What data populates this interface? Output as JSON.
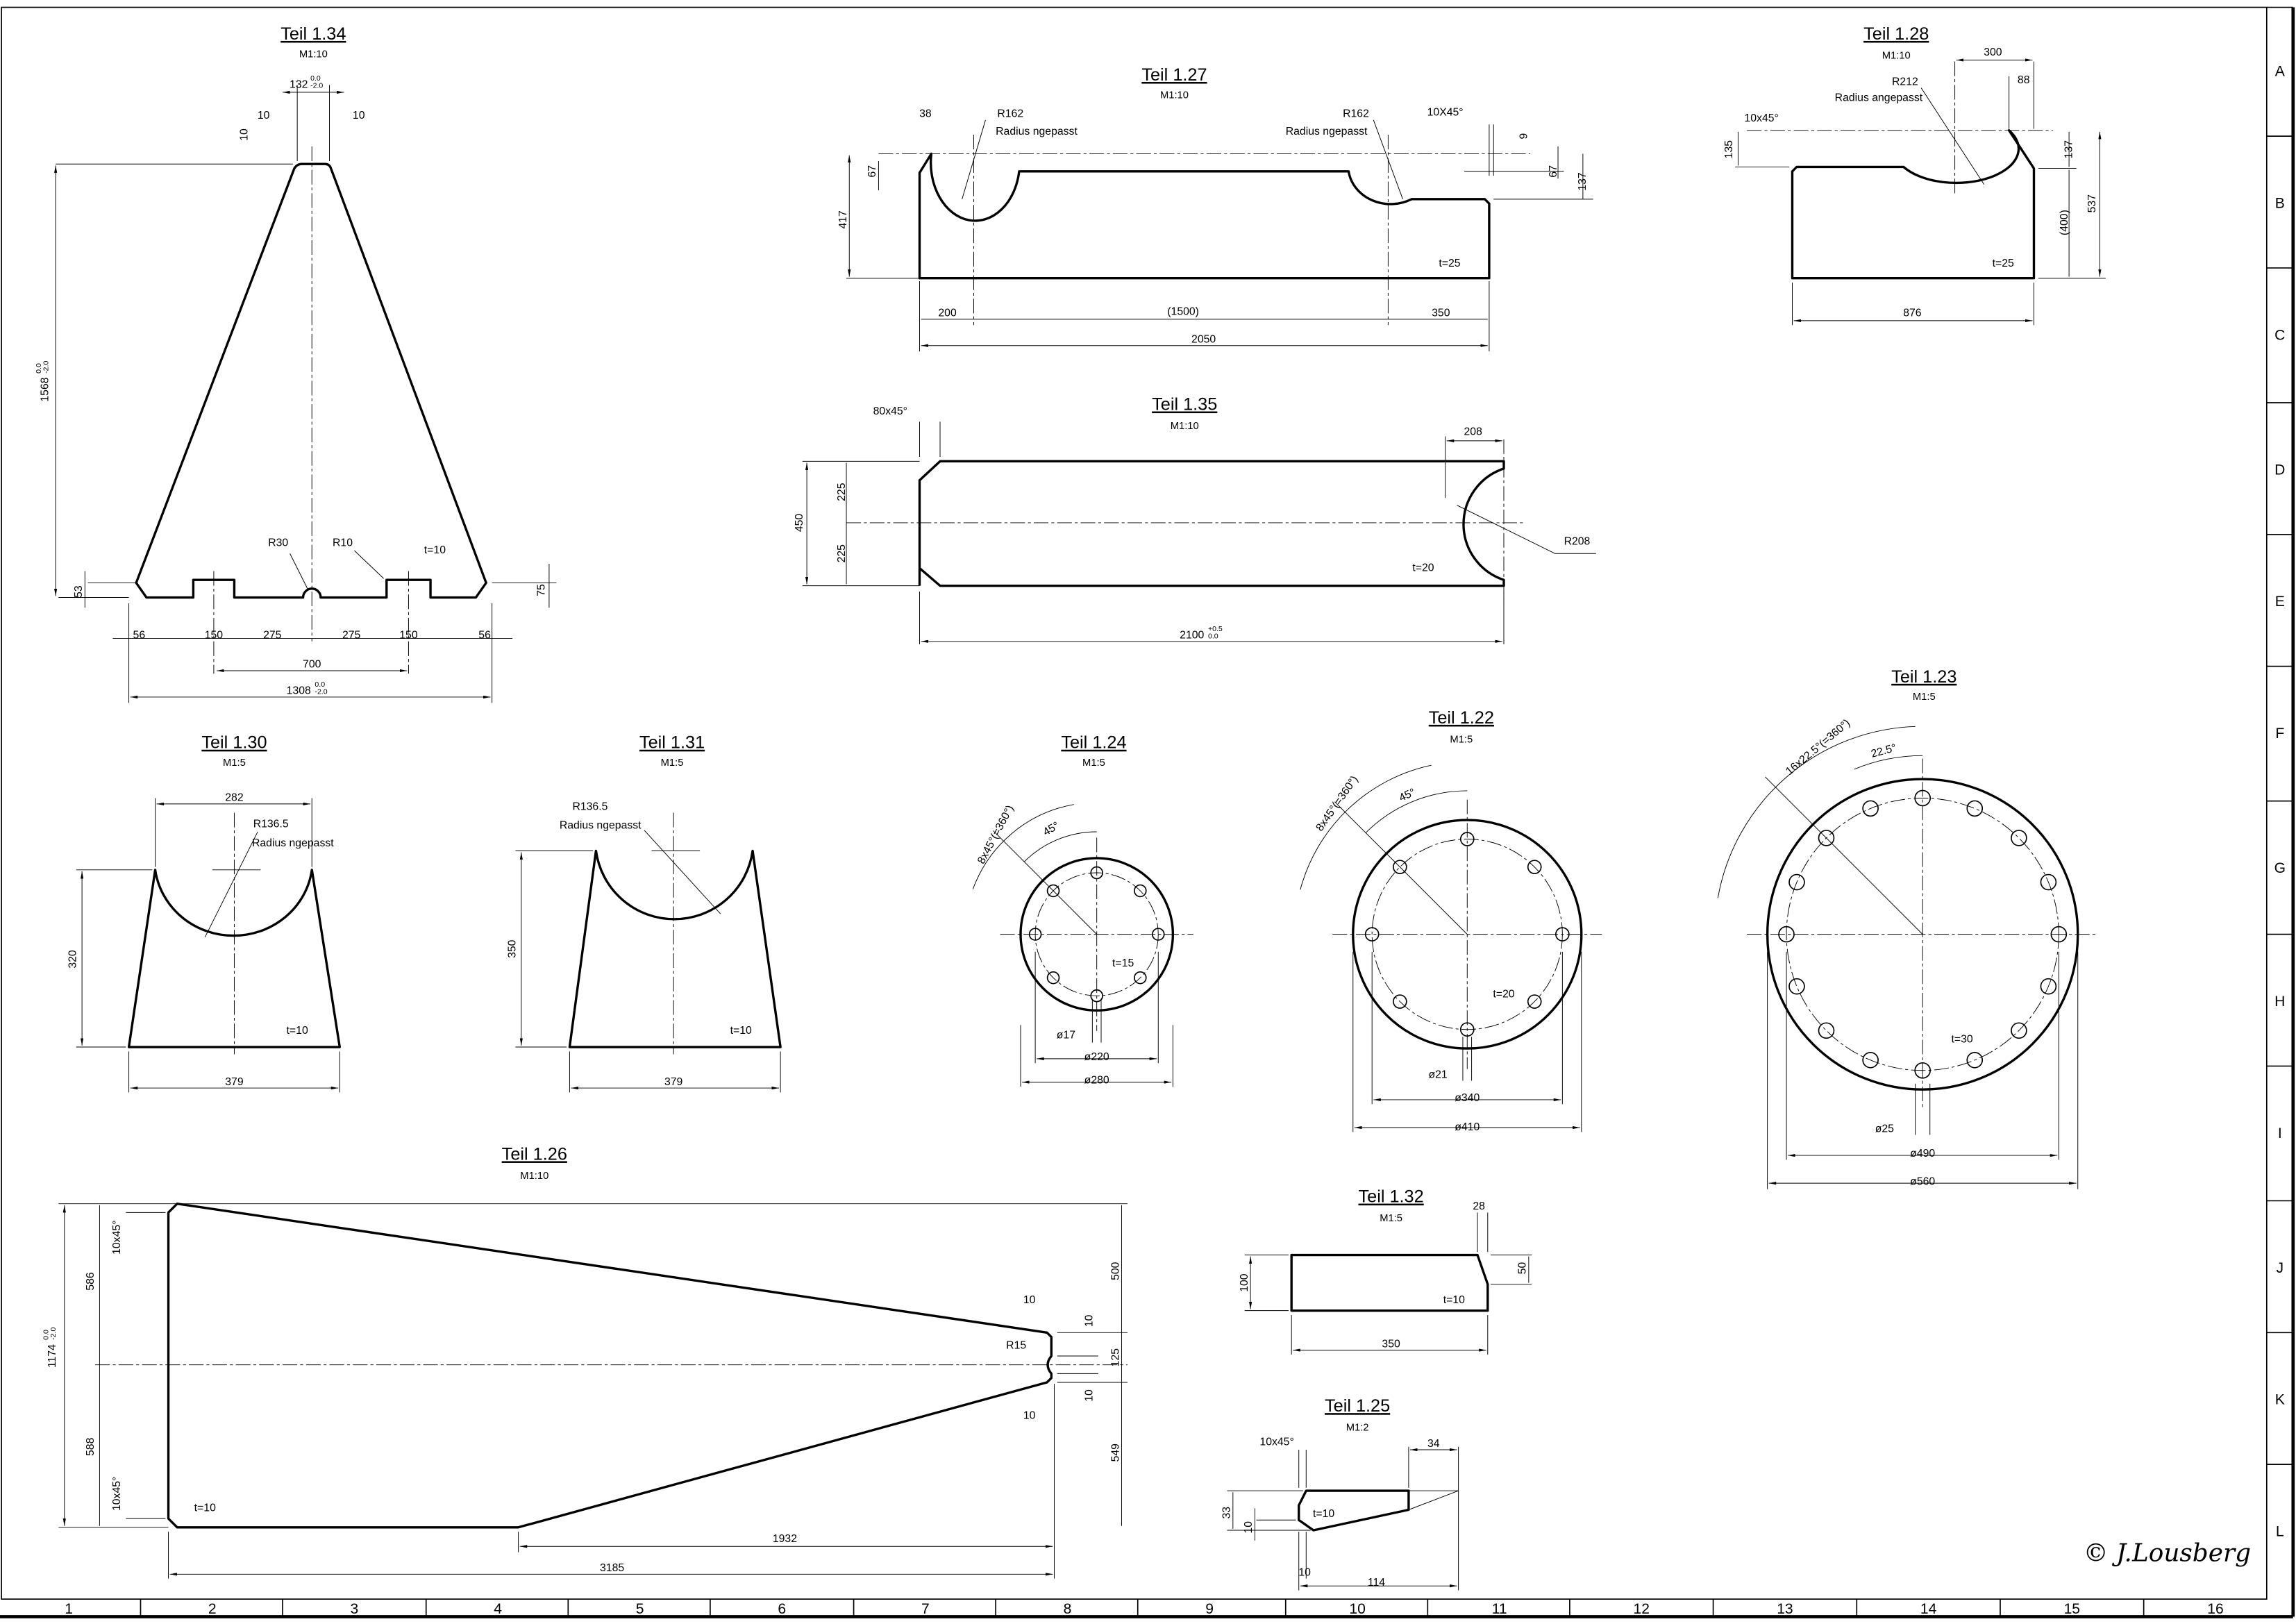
{
  "sheet": {
    "zone_letters": [
      "A",
      "B",
      "C",
      "D",
      "E",
      "F",
      "G",
      "H",
      "I",
      "J",
      "K",
      "L"
    ],
    "zone_numbers": [
      "1",
      "2",
      "3",
      "4",
      "5",
      "6",
      "7",
      "8",
      "9",
      "10",
      "11",
      "12",
      "13",
      "14",
      "15",
      "16"
    ],
    "signature": "© J.Lousberg"
  },
  "p134": {
    "title": "Teil 1.34",
    "scale": "M1:10",
    "top_width": "132",
    "top_width_tol_upper": "0.0",
    "top_width_tol_lower": "-2.0",
    "chamfer_left": "10",
    "chamfer_right": "10",
    "chamfer_v": "10",
    "height": "1568",
    "height_tol_upper": "0.0",
    "height_tol_lower": "-2.0",
    "r30": "R30",
    "r10": "R10",
    "thickness": "t=10",
    "h53": "53",
    "h75": "75",
    "b56a": "56",
    "b150a": "150",
    "b275a": "275",
    "b275b": "275",
    "b150b": "150",
    "b56b": "56",
    "b700": "700",
    "width": "1308",
    "width_tol_upper": "0.0",
    "width_tol_lower": "-2.0"
  },
  "p127": {
    "title": "Teil 1.27",
    "scale": "M1:10",
    "d38": "38",
    "r162a": "R162",
    "note_a": "Radius ngepasst",
    "r162b": "R162",
    "note_b": "Radius ngepasst",
    "chamfer": "10X45°",
    "d9": "9",
    "d67a": "67",
    "d67b": "67",
    "d137": "137",
    "d417": "417",
    "thickness": "t=25",
    "d200": "200",
    "d1500": "(1500)",
    "d350": "350",
    "d2050": "2050"
  },
  "p135": {
    "title": "Teil 1.35",
    "scale": "M1:10",
    "chamfer": "80x45°",
    "d450": "450",
    "d225a": "225",
    "d225b": "225",
    "d208": "208",
    "r208": "R208",
    "thickness": "t=20",
    "length": "2100",
    "length_tol_upper": "+0.5",
    "length_tol_lower": "0.0"
  },
  "p128": {
    "title": "Teil 1.28",
    "scale": "M1:10",
    "d300": "300",
    "r212": "R212",
    "note": "Radius angepasst",
    "d88": "88",
    "chamfer": "10x45°",
    "d135": "135",
    "d137": "137",
    "d400": "(400)",
    "d537": "537",
    "thickness": "t=25",
    "d876": "876"
  },
  "p130": {
    "title": "Teil 1.30",
    "scale": "M1:5",
    "d282": "282",
    "r": "R136.5",
    "note": "Radius ngepasst",
    "d320": "320",
    "thickness": "t=10",
    "d379": "379"
  },
  "p131": {
    "title": "Teil 1.31",
    "scale": "M1:5",
    "r": "R136.5",
    "note": "Radius ngepasst",
    "d350": "350",
    "thickness": "t=10",
    "d379": "379"
  },
  "p124": {
    "title": "Teil 1.24",
    "scale": "M1:5",
    "pattern": "8x45°(=360°)",
    "angle": "45°",
    "thickness": "t=15",
    "hole": "ø17",
    "bolt_circle": "ø220",
    "outer": "ø280",
    "hole_count": 8
  },
  "p122": {
    "title": "Teil 1.22",
    "scale": "M1:5",
    "pattern": "8x45°(=360°)",
    "angle": "45°",
    "thickness": "t=20",
    "hole": "ø21",
    "bolt_circle": "ø340",
    "outer": "ø410",
    "hole_count": 8
  },
  "p123": {
    "title": "Teil 1.23",
    "scale": "M1:5",
    "pattern": "16x22.5°(=360°)",
    "angle": "22.5°",
    "thickness": "t=30",
    "hole": "ø25",
    "bolt_circle": "ø490",
    "outer": "ø560",
    "hole_count": 16
  },
  "p126": {
    "title": "Teil 1.26",
    "scale": "M1:10",
    "height": "1174",
    "height_tol_upper": "0.0",
    "height_tol_lower": "-2.0",
    "d586": "586",
    "d588": "588",
    "chamfer_top": "10x45°",
    "chamfer_bot": "10x45°",
    "d500": "500",
    "d549": "549",
    "d10a": "10",
    "r15": "R15",
    "d10b": "10",
    "d125": "125",
    "d10c": "10",
    "d10d": "10",
    "thickness": "t=10",
    "d1932": "1932",
    "d3185": "3185"
  },
  "p132": {
    "title": "Teil 1.32",
    "scale": "M1:5",
    "d28": "28",
    "d100": "100",
    "d50": "50",
    "thickness": "t=10",
    "d350": "350"
  },
  "p125": {
    "title": "Teil 1.25",
    "scale": "M1:2",
    "chamfer": "10x45°",
    "d34": "34",
    "d33": "33",
    "d10v": "10",
    "thickness": "t=10",
    "d10h": "10",
    "d114": "114"
  }
}
